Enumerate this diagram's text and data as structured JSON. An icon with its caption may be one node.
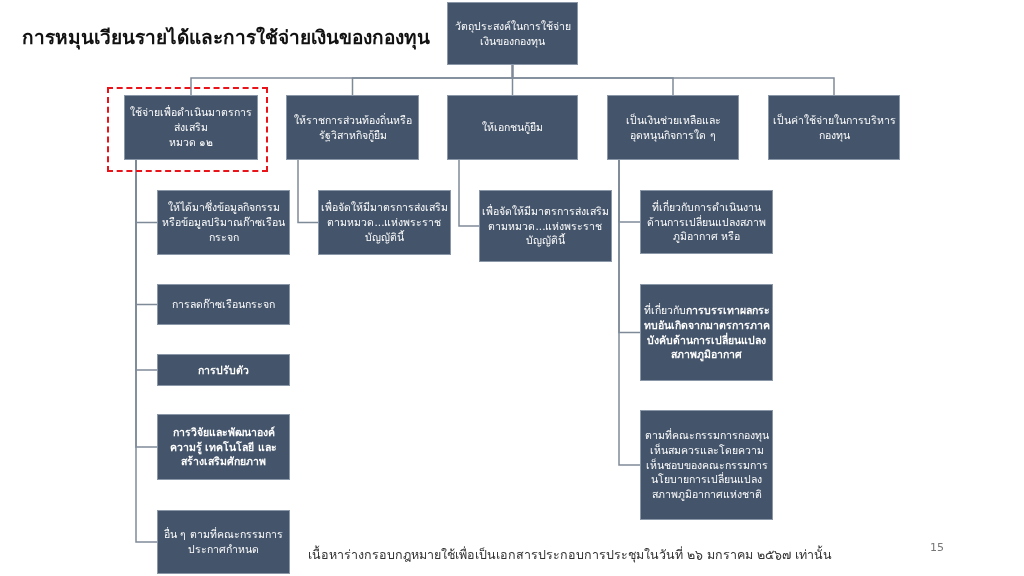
{
  "diagram": {
    "title": "การหมุนเวียนรายได้และการใช้จ่ายเงินของกองทุน",
    "nodes": [
      {
        "text": [
          "วัตถุประสงค์ในการใช้จ่ายเงินของกองทุน"
        ]
      },
      {
        "text": [
          "ใช้จ่ายเพื่อดำเนินมาตรการส่งเสริม",
          "หมวด ๑๒"
        ]
      },
      {
        "text": [
          "ให้ราชการส่วนท้องถิ่นหรือรัฐวิสาหกิจกู้ยืม"
        ]
      },
      {
        "text": [
          "ให้เอกชนกู้ยืม"
        ]
      },
      {
        "text": [
          "เป็นเงินช่วยเหลือและอุดหนุนกิจการใด ๆ"
        ]
      },
      {
        "text": [
          "เป็นค่าใช้จ่ายในการบริหารกองทุน"
        ]
      },
      {
        "text": [
          "ให้ได้มาซึ่งข้อมูลกิจกรรมหรือข้อมูลปริมาณก๊าซเรือนกระจก"
        ]
      },
      {
        "text": [
          "การลดก๊าซเรือนกระจก"
        ]
      },
      {
        "text": [
          "การปรับตัว"
        ]
      },
      {
        "text": [
          "การวิจัยและพัฒนาองค์ความรู้ เทคโนโลยี และสร้างเสริมศักยภาพ"
        ]
      },
      {
        "text": [
          "อื่น ๆ ตามที่คณะกรรมการประกาศกำหนด"
        ]
      },
      {
        "text": [
          "เพื่อจัดให้มีมาตรการส่งเสริมตามหมวด...แห่งพระราชบัญญัตินี้"
        ]
      },
      {
        "text": [
          "เพื่อจัดให้มีมาตรการส่งเสริมตามหมวด...แห่งพระราชบัญญัตินี้"
        ]
      },
      {
        "text": [
          "ที่เกี่ยวกับการดำเนินงานด้านการเปลี่ยนแปลงสภาพภูมิอากาศ หรือ"
        ]
      },
      {
        "text": [
          "ที่เกี่ยวกับ**การบรรเทาผลกระทบอันเกิดจากมาตรการภาคบังคับด้านการเปลี่ยนแปลงสภาพภูมิอากาศ**"
        ]
      },
      {
        "text": [
          "ตามที่คณะกรรมการกองทุนเห็นสมควรและโดยความเห็นชอบของคณะกรรมการนโยบายการเปลี่ยนแปลงสภาพภูมิอากาศแห่งชาติ"
        ]
      }
    ],
    "edges": [
      {
        "from": 0,
        "to": 1,
        "arrow": "none"
      },
      {
        "from": 0,
        "to": 2,
        "arrow": "none"
      },
      {
        "from": 0,
        "to": 3,
        "arrow": "none"
      },
      {
        "from": 0,
        "to": 4,
        "arrow": "none"
      },
      {
        "from": 0,
        "to": 5,
        "arrow": "none"
      },
      {
        "from": 1,
        "to": 6,
        "arrow": "none"
      },
      {
        "from": 1,
        "to": 7,
        "arrow": "none"
      },
      {
        "from": 1,
        "to": 8,
        "arrow": "none"
      },
      {
        "from": 1,
        "to": 9,
        "arrow": "none"
      },
      {
        "from": 1,
        "to": 10,
        "arrow": "none"
      },
      {
        "from": 2,
        "to": 11,
        "arrow": "none"
      },
      {
        "from": 3,
        "to": 12,
        "arrow": "none"
      },
      {
        "from": 4,
        "to": 13,
        "arrow": "none"
      },
      {
        "from": 4,
        "to": 14,
        "arrow": "none"
      },
      {
        "from": 4,
        "to": 15,
        "arrow": "none"
      }
    ],
    "labels": [
      "เนื้อหาร่างกรอบกฎหมายใช้เพื่อเป็นเอกสารประกอบการประชุมในวันที่ ๒๖ มกราคม ๒๕๖๗ เท่านั้น",
      "15"
    ]
  }
}
